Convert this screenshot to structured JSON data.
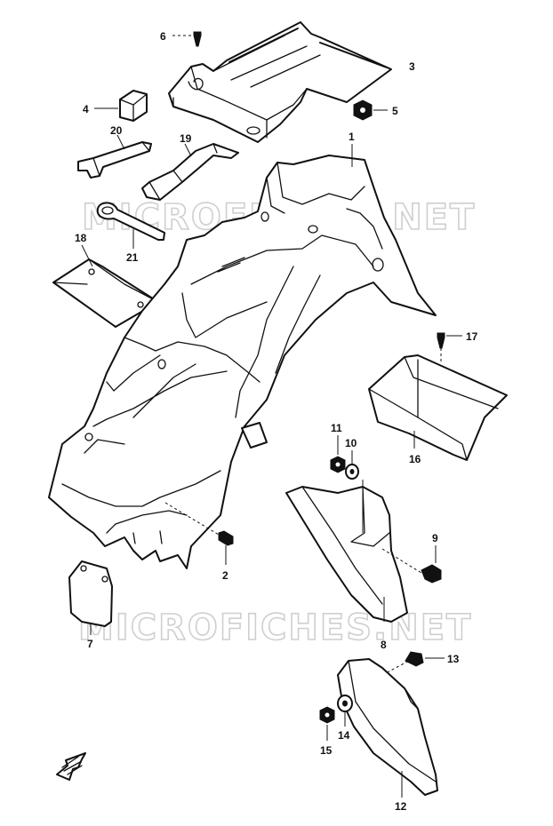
{
  "watermark": {
    "text_top": "MICROFICHES.NET",
    "text_bottom": "MICROFICHES.NET",
    "color": "#cfcfcf"
  },
  "callouts": [
    {
      "id": "c1",
      "label": "1"
    },
    {
      "id": "c2",
      "label": "2"
    },
    {
      "id": "c3",
      "label": "3"
    },
    {
      "id": "c4",
      "label": "4"
    },
    {
      "id": "c5",
      "label": "5"
    },
    {
      "id": "c6",
      "label": "6"
    },
    {
      "id": "c7",
      "label": "7"
    },
    {
      "id": "c8",
      "label": "8"
    },
    {
      "id": "c9",
      "label": "9"
    },
    {
      "id": "c10",
      "label": "10"
    },
    {
      "id": "c11",
      "label": "11"
    },
    {
      "id": "c12",
      "label": "12"
    },
    {
      "id": "c13",
      "label": "13"
    },
    {
      "id": "c14",
      "label": "14"
    },
    {
      "id": "c15",
      "label": "15"
    },
    {
      "id": "c16",
      "label": "16"
    },
    {
      "id": "c17",
      "label": "17"
    },
    {
      "id": "c18",
      "label": "18"
    },
    {
      "id": "c19",
      "label": "19"
    },
    {
      "id": "c20",
      "label": "20"
    },
    {
      "id": "c21",
      "label": "21"
    }
  ],
  "icons": {
    "front_arrow": "front-direction-arrow-icon"
  },
  "colors": {
    "line": "#111111",
    "background": "#ffffff"
  }
}
